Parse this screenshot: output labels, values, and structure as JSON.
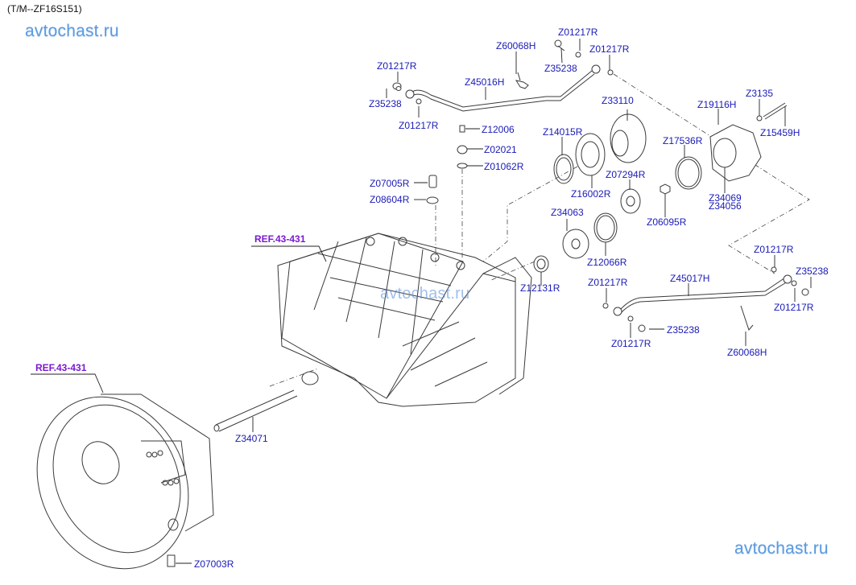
{
  "header": {
    "model_code": "(T/M--ZF16S151)",
    "watermark": "avtochast.ru"
  },
  "colors": {
    "part_label": "#1a1ab8",
    "ref_label": "#7a1ad0",
    "watermark": "#5b9be0",
    "line_art": "#3a3a3a"
  },
  "references": {
    "main_case": "REF.43-431",
    "clutch_housing": "REF.43-431"
  },
  "labels": {
    "upper_pipe": {
      "z60068h": "Z60068H",
      "z01217r_top": "Z01217R",
      "z35238_top": "Z35238",
      "z01217r_topright": "Z01217R",
      "z01217r_left": "Z01217R",
      "z35238_left": "Z35238",
      "z45016h": "Z45016H",
      "z01217r_below": "Z01217R"
    },
    "top_plugs": {
      "z12006": "Z12006",
      "z02021": "Z02021",
      "z01062r": "Z01062R",
      "z07005r": "Z07005R",
      "z08604r": "Z08604R"
    },
    "output": {
      "z33110": "Z33110",
      "z14015r": "Z14015R",
      "z16002r": "Z16002R",
      "z07294r": "Z07294R",
      "z06095r": "Z06095R",
      "z17536r": "Z17536R",
      "z19116h": "Z19116H",
      "z3135": "Z3135",
      "z15459h": "Z15459H",
      "z34069": "Z34069",
      "z34056": "Z34056",
      "z34063": "Z34063",
      "z12066r": "Z12066R",
      "z12131r": "Z12131R"
    },
    "lower_pipe": {
      "z01217r_right_top": "Z01217R",
      "z35238_right": "Z35238",
      "z45017h": "Z45017H",
      "z01217r_left": "Z01217R",
      "z01217r_right_bottom": "Z01217R",
      "z35238_bottom": "Z35238",
      "z01217r_bottom": "Z01217R",
      "z60068h": "Z60068H"
    },
    "lower": {
      "z34071": "Z34071",
      "z07003r": "Z07003R"
    }
  }
}
